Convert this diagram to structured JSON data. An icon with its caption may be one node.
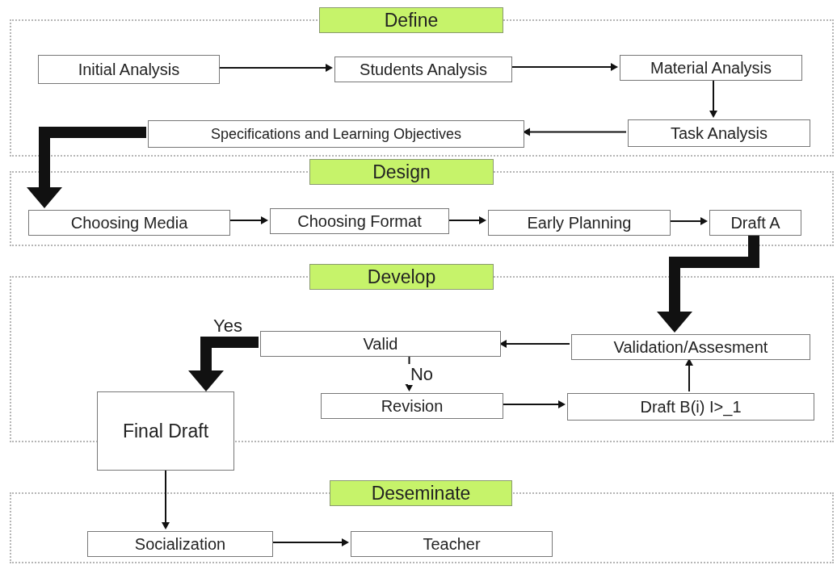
{
  "diagram": {
    "nodes": [
      {
        "text": [
          "Define"
        ]
      },
      {
        "text": [
          "Initial Analysis"
        ],
        "in": 0
      },
      {
        "text": [
          "Students Analysis"
        ],
        "in": 0
      },
      {
        "text": [
          "Material Analysis"
        ],
        "in": 0
      },
      {
        "text": [
          "Task Analysis"
        ],
        "in": 0
      },
      {
        "text": [
          "Specifications and Learning Objectives"
        ],
        "in": 0
      },
      {
        "text": [
          "Design"
        ]
      },
      {
        "text": [
          "Choosing Media"
        ],
        "in": 6
      },
      {
        "text": [
          "Choosing Format"
        ],
        "in": 6
      },
      {
        "text": [
          "Early Planning"
        ],
        "in": 6
      },
      {
        "text": [
          "Draft A"
        ],
        "in": 6
      },
      {
        "text": [
          "Develop"
        ]
      },
      {
        "text": [
          "Valid"
        ],
        "in": 11
      },
      {
        "text": [
          "Validation/Assesment"
        ],
        "in": 11
      },
      {
        "text": [
          "Revision"
        ],
        "in": 11
      },
      {
        "text": [
          "Draft B(i) I>_1"
        ],
        "in": 11
      },
      {
        "text": [
          "Final Draft"
        ]
      },
      {
        "text": [
          "Deseminate"
        ]
      },
      {
        "text": [
          "Socialization"
        ],
        "in": 17
      },
      {
        "text": [
          "Teacher"
        ],
        "in": 17
      }
    ],
    "edges": [
      {
        "from": 1,
        "to": 2,
        "arrow": "to"
      },
      {
        "from": 2,
        "to": 3,
        "arrow": "to"
      },
      {
        "from": 3,
        "to": 4,
        "arrow": "to"
      },
      {
        "from": 4,
        "to": 5,
        "arrow": "to"
      },
      {
        "from": 5,
        "to": 7,
        "arrow": "to",
        "style": "thick"
      },
      {
        "from": 7,
        "to": 8,
        "arrow": "to"
      },
      {
        "from": 8,
        "to": 9,
        "arrow": "to"
      },
      {
        "from": 9,
        "to": 10,
        "arrow": "to"
      },
      {
        "from": 10,
        "to": 13,
        "arrow": "to",
        "style": "thick"
      },
      {
        "from": 13,
        "to": 12,
        "arrow": "to"
      },
      {
        "from": 12,
        "to": 16,
        "arrow": "to",
        "style": "thick",
        "label": "Yes"
      },
      {
        "from": 12,
        "to": 14,
        "arrow": "to",
        "label": "No"
      },
      {
        "from": 14,
        "to": 15,
        "arrow": "to"
      },
      {
        "from": 15,
        "to": 13,
        "arrow": "to"
      },
      {
        "from": 16,
        "to": 18,
        "arrow": "to"
      },
      {
        "from": 18,
        "to": 19,
        "arrow": "to"
      }
    ]
  }
}
